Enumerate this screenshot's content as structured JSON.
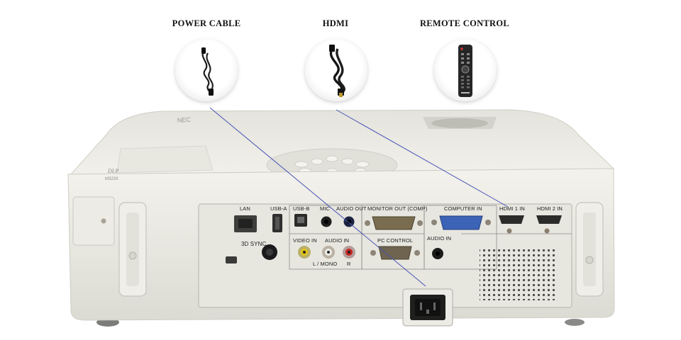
{
  "accessories": [
    {
      "label": "POWER CABLE",
      "icon": "power-cable-icon"
    },
    {
      "label": "HDMI",
      "icon": "hdmi-cable-icon"
    },
    {
      "label": "REMOTE CONTROL",
      "icon": "remote-control-icon"
    }
  ],
  "projector": {
    "brand": "NEC",
    "model": "M323X",
    "ports": {
      "lan": "LAN",
      "usb_a": "USB-A",
      "usb_b": "USB-B",
      "mic": "MIC",
      "audio_out": "AUDIO OUT",
      "monitor_out": "MONITOR OUT (COMP)",
      "computer_in": "COMPUTER IN",
      "hdmi1": "HDMI 1 IN",
      "hdmi2": "HDMI 2 IN",
      "sync_3d": "3D SYNC",
      "video_in": "VIDEO IN",
      "audio_in": "AUDIO IN",
      "l_mono": "L / MONO",
      "r": "R",
      "pc_control": "PC CONTROL",
      "audio_in_2": "AUDIO IN"
    }
  },
  "colors": {
    "guide_line": "#4a55b8",
    "body": "#ecebe4",
    "panel": "#e6e5de"
  }
}
